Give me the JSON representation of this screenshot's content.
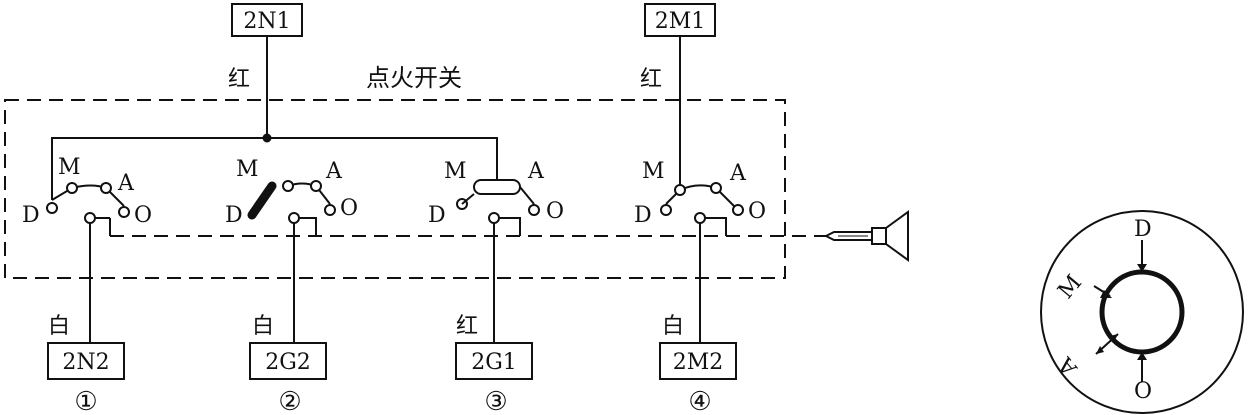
{
  "title": "点火开关",
  "top_boxes": {
    "left": "2N1",
    "right": "2M1"
  },
  "wire_color_top": {
    "left": "红",
    "right": "红"
  },
  "contacts": {
    "m": "M",
    "a": "A",
    "d": "D",
    "o": "O"
  },
  "bottom": [
    {
      "box": "2N2",
      "wire": "白",
      "num": "①"
    },
    {
      "box": "2G2",
      "wire": "白",
      "num": "②"
    },
    {
      "box": "2G1",
      "wire": "红",
      "num": "③"
    },
    {
      "box": "2M2",
      "wire": "白",
      "num": "④"
    }
  ],
  "dial": {
    "d": "D",
    "m": "M",
    "a": "A",
    "o": "O"
  }
}
